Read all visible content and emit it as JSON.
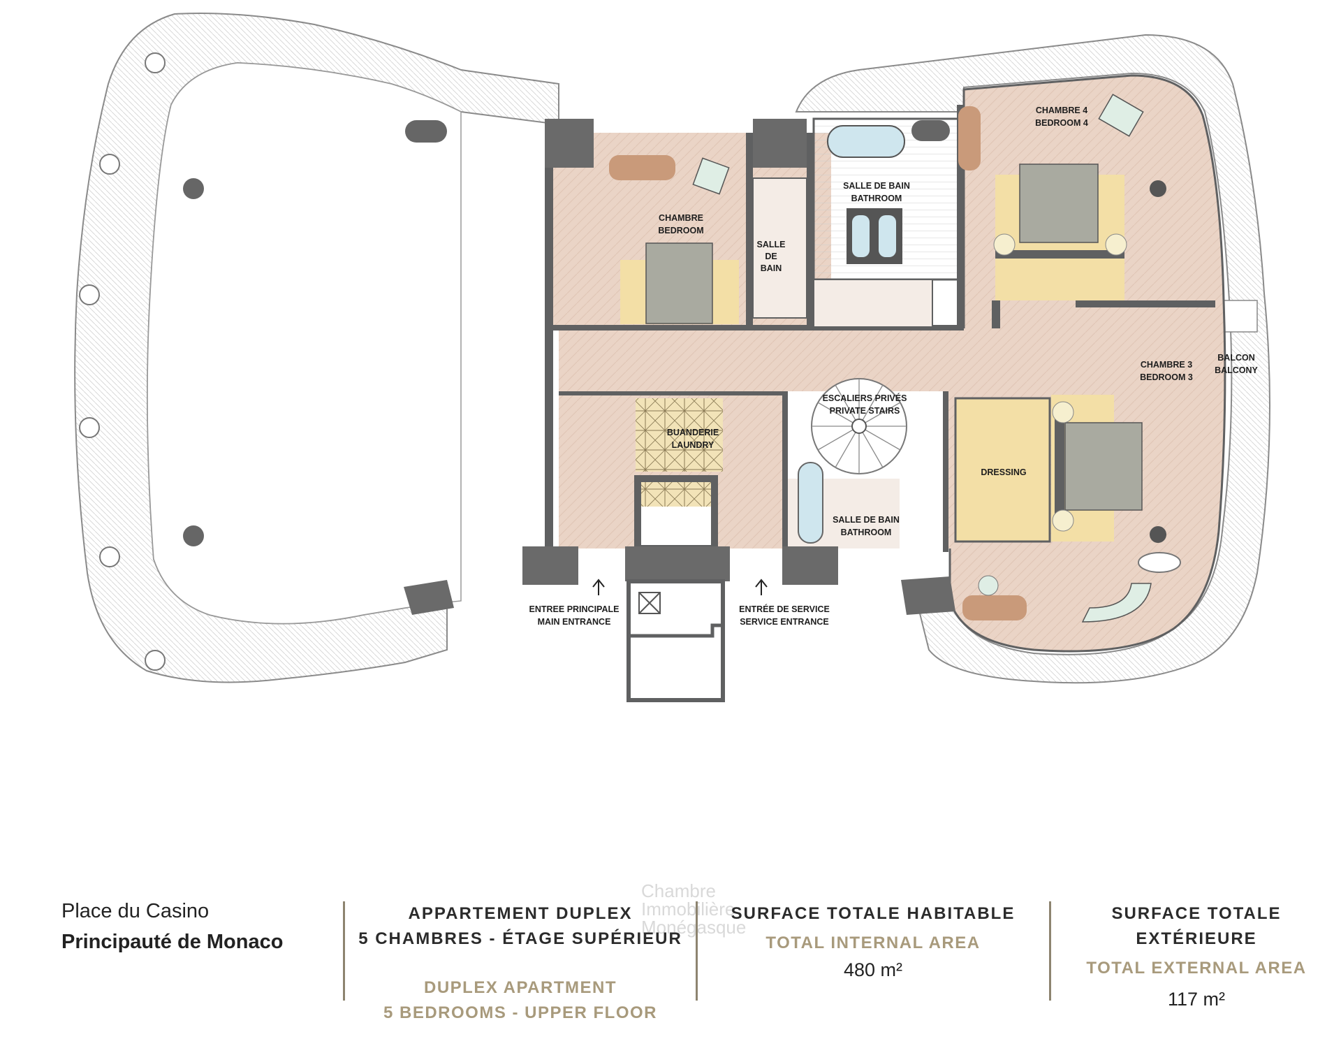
{
  "plan": {
    "rooms": {
      "chambre": [
        "CHAMBRE",
        "BEDROOM"
      ],
      "salle_de_bain_small": [
        "SALLE",
        "DE",
        "BAIN"
      ],
      "salle_de_bain_top": [
        "SALLE DE BAIN",
        "BATHROOM"
      ],
      "chambre4": [
        "CHAMBRE 4",
        "BEDROOM 4"
      ],
      "buanderie": [
        "BUANDERIE",
        "LAUNDRY"
      ],
      "escaliers": [
        "ESCALIERS PRIVÉS",
        "PRIVATE STAIRS"
      ],
      "chambre3": [
        "CHAMBRE 3",
        "BEDROOM 3"
      ],
      "balcon": [
        "BALCON",
        "BALCONY"
      ],
      "dressing": [
        "DRESSING"
      ],
      "salle_de_bain_mid": [
        "SALLE DE BAIN",
        "BATHROOM"
      ],
      "entree_principale": [
        "ENTREE PRINCIPALE",
        "MAIN ENTRANCE"
      ],
      "entree_service": [
        "ENTRÉE DE SERVICE",
        "SERVICE ENTRANCE"
      ]
    },
    "colors": {
      "floor": "#ead4c6",
      "bed": "#f3dfa6",
      "wall": "#5f6061",
      "furniture_green": "#dfeee5",
      "bath_blue": "#cfe6ee"
    }
  },
  "footer": {
    "location_line1": "Place du Casino",
    "location_line2": "Principauté de Monaco",
    "apartment_fr_line1": "APPARTEMENT DUPLEX",
    "apartment_fr_line2": "5 CHAMBRES - ÉTAGE SUPÉRIEUR",
    "apartment_en_line1": "DUPLEX APARTMENT",
    "apartment_en_line2": "5 BEDROOMS - UPPER FLOOR",
    "internal_fr": "SURFACE TOTALE HABITABLE",
    "internal_en": "TOTAL INTERNAL AREA",
    "internal_value": "480 m²",
    "external_fr_line1": "SURFACE TOTALE",
    "external_fr_line2": "EXTÉRIEURE",
    "external_en": "TOTAL EXTERNAL AREA",
    "external_value": "117 m²",
    "watermark_line1": "Chambre",
    "watermark_line2": "Immobilière",
    "watermark_line3": "Monégasque"
  }
}
